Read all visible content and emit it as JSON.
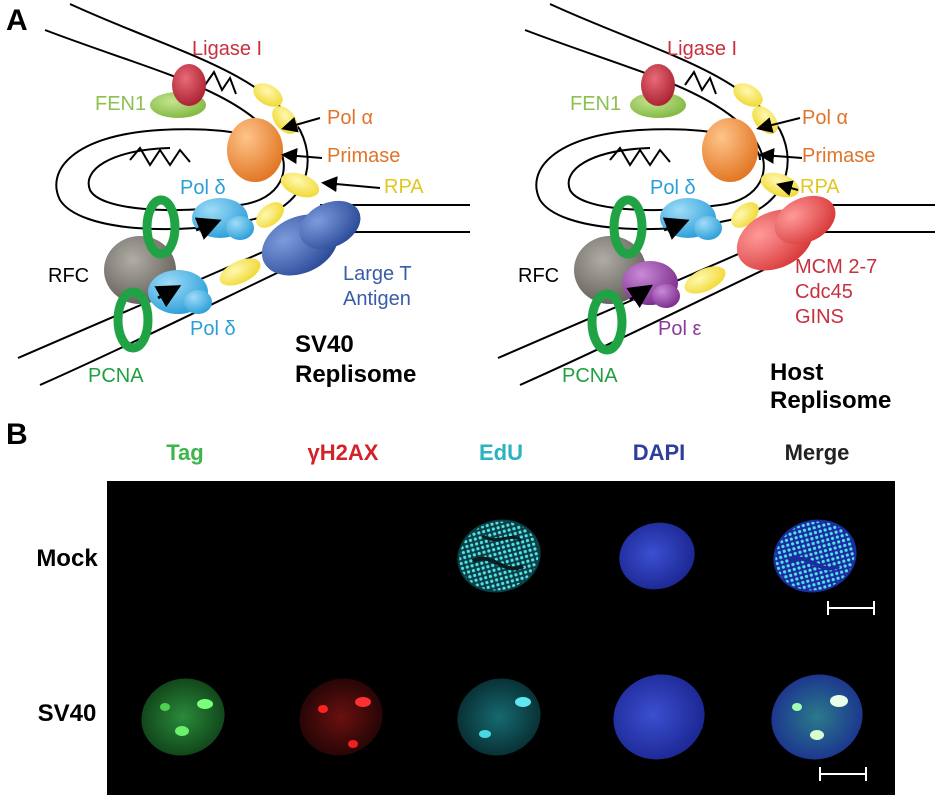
{
  "panel_a": {
    "letter": "A",
    "left_diagram": {
      "labels": {
        "ligase": "Ligase I",
        "fen1": "FEN1",
        "pol_alpha": "Pol α",
        "primase": "Primase",
        "rpa": "RPA",
        "pol_delta_top": "Pol δ",
        "pol_delta_bottom": "Pol δ",
        "rfc": "RFC",
        "pcna": "PCNA",
        "helicase_line1": "Large T",
        "helicase_line2": "Antigen",
        "title_line1": "SV40",
        "title_line2": "Replisome"
      }
    },
    "right_diagram": {
      "labels": {
        "ligase": "Ligase I",
        "fen1": "FEN1",
        "pol_alpha": "Pol α",
        "primase": "Primase",
        "rpa": "RPA",
        "pol_delta_top": "Pol δ",
        "pol_epsilon": "Pol ε",
        "rfc": "RFC",
        "pcna": "PCNA",
        "helicase_line1": "MCM 2-7",
        "helicase_line2": "Cdc45",
        "helicase_line3": "GINS",
        "title_line1": "Host",
        "title_line2": "Replisome"
      }
    },
    "colors": {
      "ligase": "#c8303f",
      "fen1": "#8cc152",
      "pol_alpha": "#f0883a",
      "rpa": "#f4e04d",
      "pol_delta": "#3fb2e6",
      "rfc": "#7e7a74",
      "pcna": "#20a040",
      "large_t": "#3a5ca8",
      "mcm": "#e84a4a",
      "pol_epsilon": "#8a3a9a"
    }
  },
  "panel_b": {
    "letter": "B",
    "columns": [
      {
        "label": "Tag",
        "color": "#3cb54a"
      },
      {
        "label": "γH2AX",
        "color": "#d2232a"
      },
      {
        "label": "EdU",
        "color": "#2ab3c0"
      },
      {
        "label": "DAPI",
        "color": "#2e3f9a"
      },
      {
        "label": "Merge",
        "color": "#222222"
      }
    ],
    "rows": [
      {
        "label": "Mock"
      },
      {
        "label": "SV40"
      }
    ]
  }
}
